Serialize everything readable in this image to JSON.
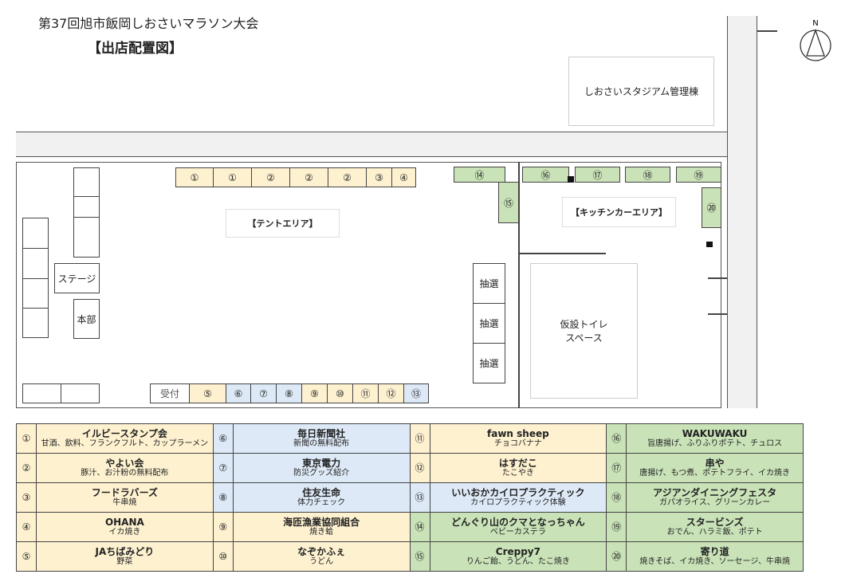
{
  "title": "第37回旭市飯岡しおさいマラソン大会",
  "subtitle": "【出店配置図】",
  "north": "N",
  "building": "しおさいスタジアム管理棟",
  "tent_area": "【テントエリア】",
  "kitchen_area": "【キッチンカーエリア】",
  "stage": "ステージ",
  "hq": "本部",
  "reception": "受付",
  "lottery": [
    "抽選",
    "抽選",
    "抽選"
  ],
  "toilet": [
    "仮設トイレ",
    "スペース"
  ],
  "top_booths": [
    "①",
    "①",
    "②",
    "②",
    "②",
    "③",
    "④"
  ],
  "bottom_booths": [
    "⑤",
    "⑥",
    "⑦",
    "⑧",
    "⑨",
    "⑩",
    "⑪",
    "⑫",
    "⑬"
  ],
  "kitchen_booths": [
    "⑭",
    "⑮",
    "⑯",
    "⑰",
    "⑱",
    "⑲",
    "⑳"
  ],
  "colors": {
    "tent": "#fdf1d0",
    "corporate": "#dde9f6",
    "kitchen": "#c9e2b8"
  },
  "vendors": [
    {
      "no": "①",
      "name": "イルビースタンプ会",
      "item": "甘酒、飲料、フランクフルト、カップラーメン",
      "c": "y"
    },
    {
      "no": "②",
      "name": "やよい会",
      "item": "豚汁、お汁粉の無料配布",
      "c": "y"
    },
    {
      "no": "③",
      "name": "フードラバーズ",
      "item": "牛串焼",
      "c": "y"
    },
    {
      "no": "④",
      "name": "OHANA",
      "item": "イカ焼き",
      "c": "y"
    },
    {
      "no": "⑤",
      "name": "JAちばみどり",
      "item": "野菜",
      "c": "y"
    },
    {
      "no": "⑥",
      "name": "毎日新聞社",
      "item": "新聞の無料配布",
      "c": "b"
    },
    {
      "no": "⑦",
      "name": "東京電力",
      "item": "防災グッズ紹介",
      "c": "b"
    },
    {
      "no": "⑧",
      "name": "住友生命",
      "item": "体力チェック",
      "c": "b"
    },
    {
      "no": "⑨",
      "name": "海匝漁業協同組合",
      "item": "焼き蛤",
      "c": "y"
    },
    {
      "no": "⑩",
      "name": "なぞかふぇ",
      "item": "うどん",
      "c": "y"
    },
    {
      "no": "⑪",
      "name": "fawn sheep",
      "item": "チョコバナナ",
      "c": "y"
    },
    {
      "no": "⑫",
      "name": "はすだこ",
      "item": "たこやき",
      "c": "y"
    },
    {
      "no": "⑬",
      "name": "いいおかカイロプラクティック",
      "item": "カイロプラクティック体験",
      "c": "b"
    },
    {
      "no": "⑭",
      "name": "どんぐり山のクマとなっちゃん",
      "item": "ベビーカステラ",
      "c": "g"
    },
    {
      "no": "⑮",
      "name": "Creppy7",
      "item": "りんご飴、うどん、たこ焼き",
      "c": "g"
    },
    {
      "no": "⑯",
      "name": "WAKUWAKU",
      "item": "旨唐揚げ、ふりふりポテト、チュロス",
      "c": "g"
    },
    {
      "no": "⑰",
      "name": "串や",
      "item": "唐揚げ、もつ煮、ポテトフライ、イカ焼き",
      "c": "g"
    },
    {
      "no": "⑱",
      "name": "アジアンダイニングフェスタ",
      "item": "ガパオライス、グリーンカレー",
      "c": "g"
    },
    {
      "no": "⑲",
      "name": "スタービンズ",
      "item": "おでん、ハラミ飯、ポテト",
      "c": "g"
    },
    {
      "no": "⑳",
      "name": "寄り道",
      "item": "焼きそば、イカ焼き、ソーセージ、牛串焼",
      "c": "g"
    }
  ]
}
